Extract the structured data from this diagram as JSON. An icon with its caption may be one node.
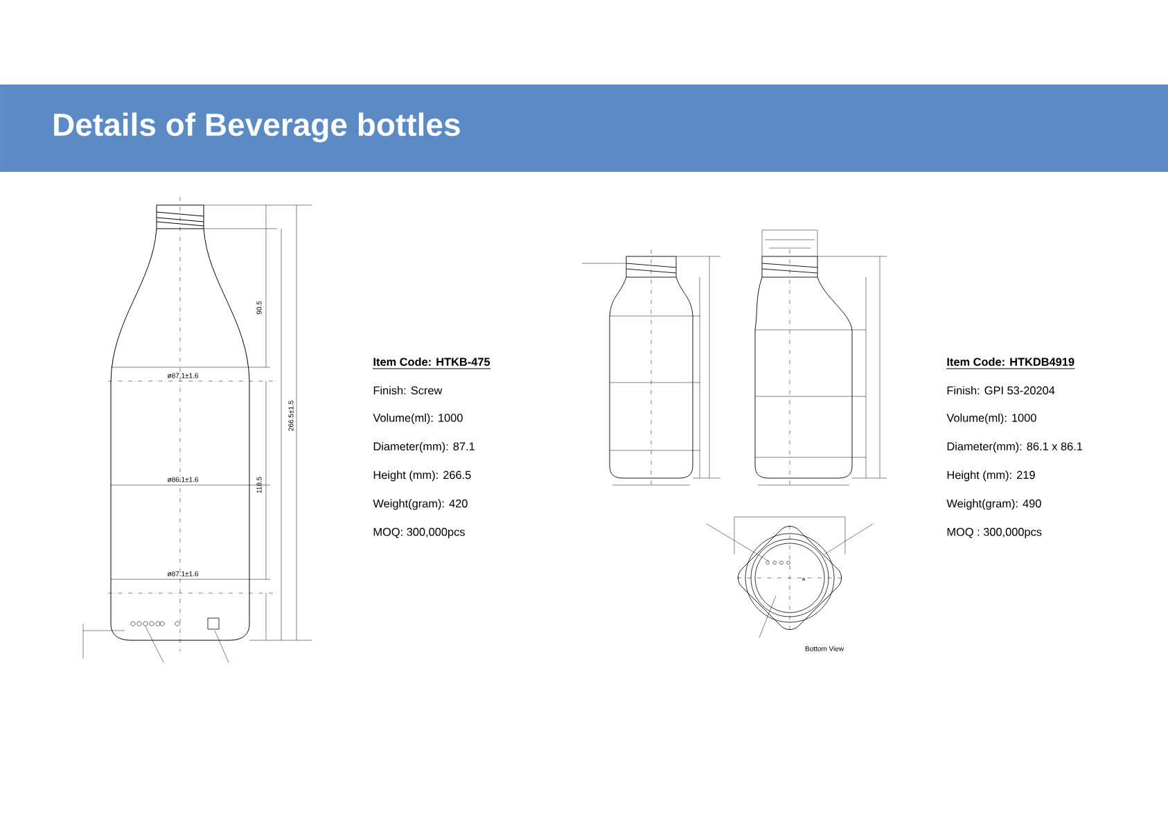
{
  "diagram": {
    "title": "Details of Beverage bottles",
    "labels": [
      "ø87.1±1.6",
      "ø86.1±1.6",
      "ø87.1±1.6",
      "90.5",
      "118.5",
      "266.5±1.5",
      "Item Code: HTKB-475",
      "Finish: Screw",
      "Volume(ml): 1000",
      "Diameter(mm):  87.1",
      "Height (mm):  266.5",
      "Weight(gram): 420",
      "MOQ: 300,000pcs",
      "Item Code: HTKDB4919",
      "Finish: GPI 53-20204",
      "Volume(ml): 1000",
      "Diameter(mm): 86.1 x 86.1",
      "Height (mm): 219",
      "Weight(gram): 490",
      "MOQ : 300,000pcs",
      "Bottom View"
    ]
  }
}
